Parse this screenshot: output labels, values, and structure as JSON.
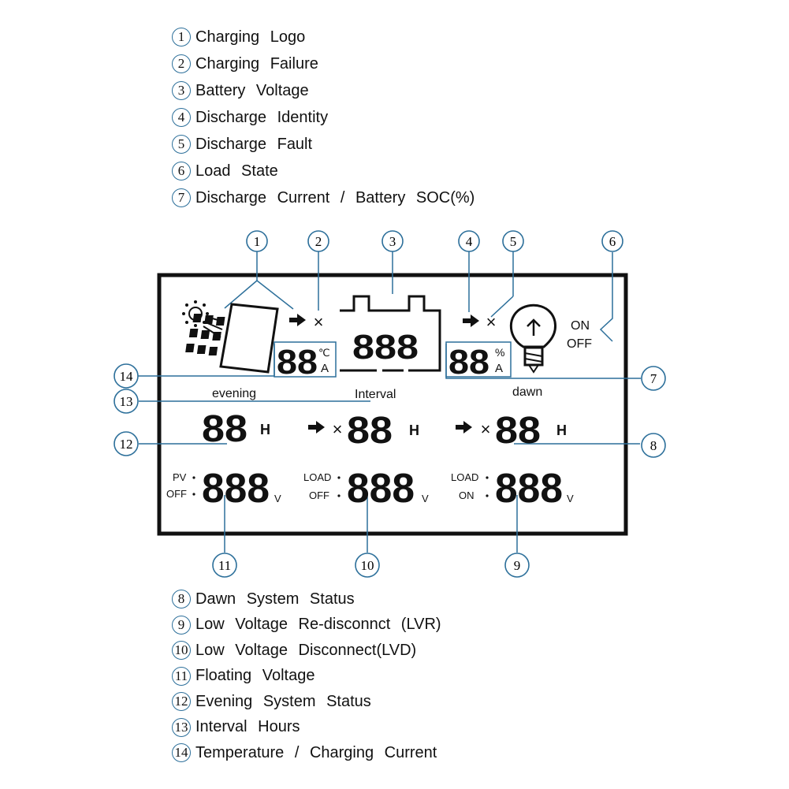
{
  "legend_top": [
    {
      "num": "1",
      "text": "Charging  Logo"
    },
    {
      "num": "2",
      "text": "Charging  Failure"
    },
    {
      "num": "3",
      "text": "Battery  Voltage"
    },
    {
      "num": "4",
      "text": "Discharge  Identity"
    },
    {
      "num": "5",
      "text": "Discharge  Fault"
    },
    {
      "num": "6",
      "text": "Load  State"
    },
    {
      "num": "7",
      "text": "Discharge  Current  /  Battery  SOC(%)"
    }
  ],
  "legend_bottom": [
    {
      "num": "8",
      "text": "Dawn  System  Status"
    },
    {
      "num": "9",
      "text": "Low  Voltage  Re-disconnct  (LVR)"
    },
    {
      "num": "10",
      "text": "Low  Voltage  Disconnect(LVD)"
    },
    {
      "num": "11",
      "text": "Floating  Voltage"
    },
    {
      "num": "12",
      "text": "Evening  System  Status"
    },
    {
      "num": "13",
      "text": "Interval  Hours"
    },
    {
      "num": "14",
      "text": "Temperature  /  Charging  Current"
    }
  ],
  "display": {
    "temp_digits": "88",
    "temp_unit_c": "℃",
    "temp_unit_a": "A",
    "battery_digits": "888",
    "soc_digits": "88",
    "soc_unit_pct": "%",
    "soc_unit_a": "A",
    "load_on": "ON",
    "load_off": "OFF",
    "evening_label": "evening",
    "interval_label": "Interval",
    "dawn_label": "dawn",
    "evening_digits": "88",
    "interval_digits": "88",
    "dawn_digits": "88",
    "hour_unit": "H",
    "pv_label_1": "PV",
    "pv_label_2": "OFF",
    "lvd_label_1": "LOAD",
    "lvd_label_2": "OFF",
    "lvr_label_1": "LOAD",
    "lvr_label_2": "ON",
    "float_digits": "888",
    "lvd_digits": "888",
    "lvr_digits": "888",
    "volt_unit": "V",
    "fault_mark": "×"
  },
  "callouts": [
    "1",
    "2",
    "3",
    "4",
    "5",
    "6",
    "7",
    "8",
    "9",
    "10",
    "11",
    "12",
    "13",
    "14"
  ],
  "colors": {
    "callout": "#2c6f9a",
    "ink": "#111111",
    "frame": "#111111"
  }
}
